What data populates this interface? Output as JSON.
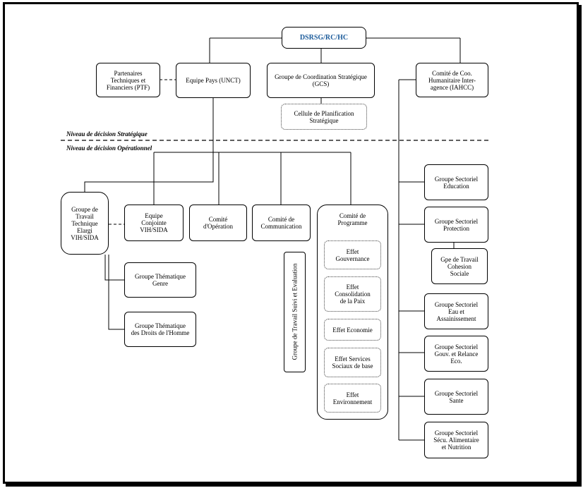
{
  "root": "DSRSG/RC/HC",
  "top": {
    "ptf": "Partenaires\nTechniques et\nFinanciers (PTF)",
    "unct": "Equipe Pays (UNCT)",
    "gcs": "Groupe de Coordination Stratégique\n(GCS)",
    "cellule": "Cellule de Planification\nStratégique",
    "iahcc": "Comité de Coo.\nHumanitaire Inter-\nagence (IAHCC)"
  },
  "levels": {
    "strategique": "Niveau de décision Stratégique",
    "operationnel": "Niveau de décision Opérationnel"
  },
  "middle": {
    "gtt_vih": "Groupe de\nTravail\nTechnique\nElargi\nVIH/SIDA",
    "equipe_vih": "Equipe\nConjointe\nVIH/SIDA",
    "operation": "Comité\nd'Opération",
    "communication": "Comité de\nCommunication",
    "programme": "Comité de\nProgramme",
    "genre": "Groupe Thématique\nGenre",
    "droits": "Groupe Thématique\ndes Droits de l'Homme",
    "suivi": "Groupe de Travail Suivi et Evaluation"
  },
  "effets": [
    "Effet\nGouvernance",
    "Effet\nConsolidation\nde la Paix",
    "Effet Economie",
    "Effet Services\nSociaux de base",
    "Effet\nEnvironnement"
  ],
  "sectoriels": {
    "education": "Groupe Sectoriel\nEducation",
    "protection": "Groupe Sectoriel\nProtection",
    "cohesion": "Gpe de Travail\nCohesion\nSociale",
    "eau": "Groupe Sectoriel\nEau et\nAssainissement",
    "gouv": "Groupe Sectoriel\nGouv. et Relance\nEco.",
    "sante": "Groupe Sectoriel\nSante",
    "secu": "Groupe Sectoriel\nSécu. Alimentaire\net Nutrition"
  }
}
